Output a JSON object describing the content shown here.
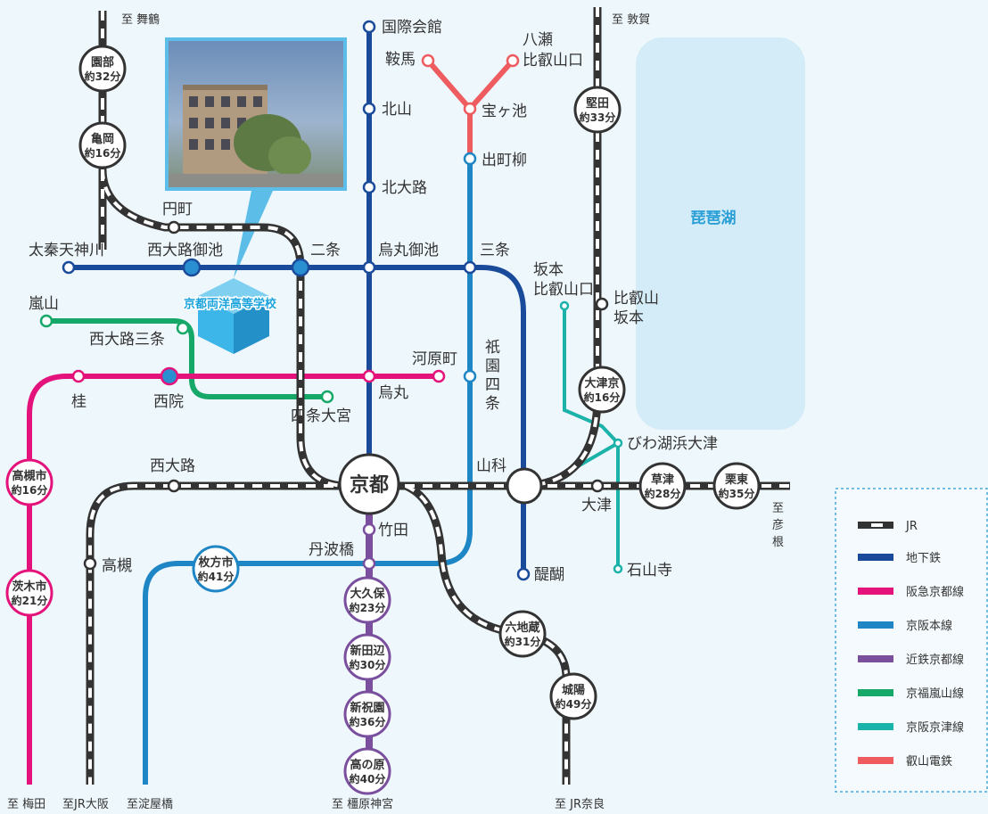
{
  "lake": {
    "name": "琵琶湖"
  },
  "school": {
    "name": "京都両洋高等学校"
  },
  "stations": {
    "kokusai": "国際会館",
    "kitayama": "北山",
    "kitaoji": "北大路",
    "karasuma_oike": "烏丸御池",
    "karasuma": "烏丸",
    "takeda": "竹田",
    "tambabashi": "丹波橋",
    "daigo": "醍醐",
    "kurama": "鞍馬",
    "yase": "八瀬",
    "hieizanguchi": "比叡山口",
    "takaragaike": "宝ヶ池",
    "demachiyanagi": "出町柳",
    "sanjo": "三条",
    "gion_shijo": [
      "祇",
      "園",
      "四",
      "条"
    ],
    "uzumasa": "太秦天神川",
    "nishioji_oike": "西大路御池",
    "nijo": "二条",
    "emmachi": "円町",
    "arashiyama": "嵐山",
    "nishioji_sanjo": "西大路三条",
    "shijo_omiya": "四条大宮",
    "katsura": "桂",
    "saiin": "西院",
    "kawaramachi": "河原町",
    "nishioji": "西大路",
    "kyoto": "京都",
    "yamashina": "山科",
    "takatsuki": "高槻",
    "sakamoto_hieizanguchi": "坂本",
    "sakamoto_hieizanguchi2": "比叡山口",
    "hieizan_sakamoto": "比叡山",
    "hieizan_sakamoto2": "坂本",
    "biwako_hama_otsu": "びわ湖浜大津",
    "otsu": "大津",
    "ishiyamadera": "石山寺"
  },
  "badges": [
    {
      "name": "園部",
      "time": "約32分"
    },
    {
      "name": "亀岡",
      "time": "約16分"
    },
    {
      "name": "堅田",
      "time": "約33分"
    },
    {
      "name": "大津京",
      "time": "約16分"
    },
    {
      "name": "草津",
      "time": "約28分"
    },
    {
      "name": "栗東",
      "time": "約35分"
    },
    {
      "name": "高槻市",
      "time": "約16分"
    },
    {
      "name": "茨木市",
      "time": "約21分"
    },
    {
      "name": "枚方市",
      "time": "約41分"
    },
    {
      "name": "大久保",
      "time": "約23分"
    },
    {
      "name": "新田辺",
      "time": "約30分"
    },
    {
      "name": "新祝園",
      "time": "約36分"
    },
    {
      "name": "高の原",
      "time": "約40分"
    },
    {
      "name": "六地蔵",
      "time": "約31分"
    },
    {
      "name": "城陽",
      "time": "約49分"
    }
  ],
  "destinations": {
    "maizuru": "至 舞鶴",
    "tsuruga": "至 敦賀",
    "hikone": [
      "至",
      "彦",
      "根"
    ],
    "umeda": "至 梅田",
    "jr_osaka": "至JR大阪",
    "yodoyabashi": "至淀屋橋",
    "kashiharajingu": "至 橿原神宮",
    "jr_nara": "至 JR奈良"
  },
  "legend": {
    "items": [
      {
        "label": "JR",
        "color": "#333333",
        "style": "rail"
      },
      {
        "label": "地下鉄",
        "color": "#1a4b9b",
        "style": "solid"
      },
      {
        "label": "阪急京都線",
        "color": "#e4137b",
        "style": "solid"
      },
      {
        "label": "京阪本線",
        "color": "#1f86c6",
        "style": "solid"
      },
      {
        "label": "近鉄京都線",
        "color": "#7a4f9e",
        "style": "solid"
      },
      {
        "label": "京福嵐山線",
        "color": "#16a868",
        "style": "solid"
      },
      {
        "label": "京阪京津線",
        "color": "#1bb2a9",
        "style": "solid"
      },
      {
        "label": "叡山電鉄",
        "color": "#ee5c5f",
        "style": "solid"
      }
    ]
  },
  "colors": {
    "background": "#eef7fc",
    "lake": "#d4ecf7",
    "lake_text": "#2a9fd6",
    "school_text": "#1aa3dc",
    "school_cube": "#3cb5e8",
    "jr": "#333333"
  }
}
